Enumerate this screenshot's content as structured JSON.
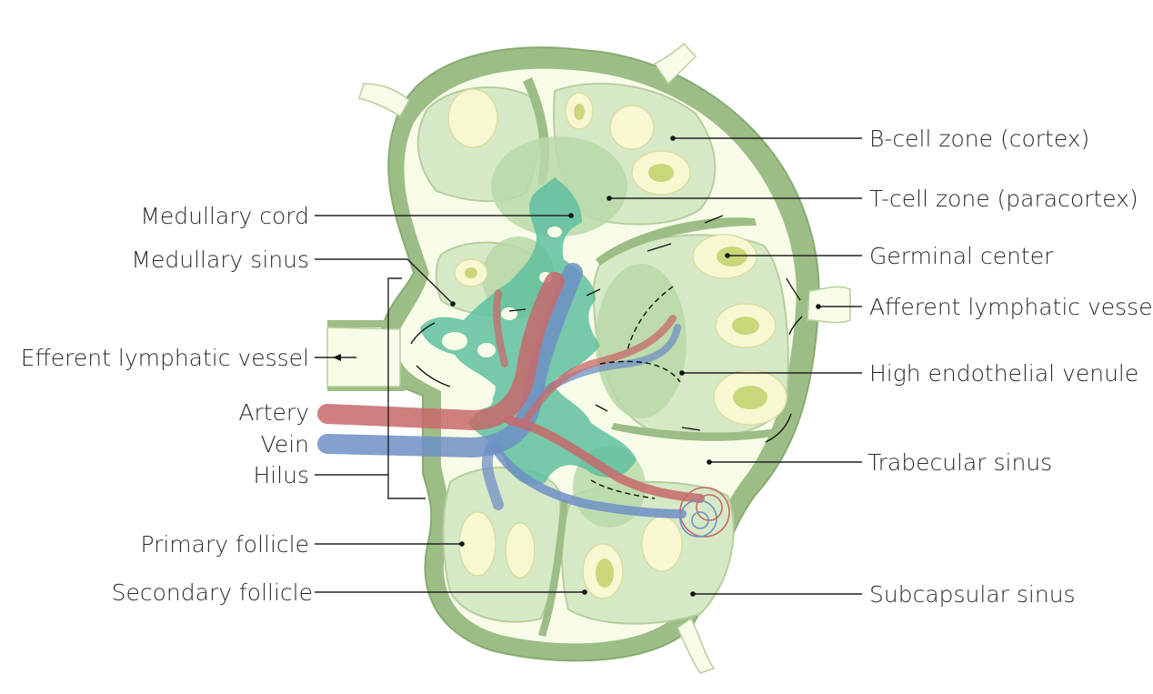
{
  "labels": {
    "b_cell_zone": "B-cell zone (cortex)",
    "t_cell_zone": "T-cell zone (paracortex)",
    "germinal_center": "Germinal center",
    "afferent_lymphatic_vessel": "Afferent lymphatic vessel",
    "high_endothelial_venule": "High endothelial venule",
    "trabecular_sinus": "Trabecular sinus",
    "subcapsular_sinus": "Subcapsular sinus",
    "medullary_cord": "Medullary cord",
    "medullary_sinus": "Medullary sinus",
    "efferent_lymphatic_vessel": "Efferent lymphatic vessel",
    "artery": "Artery",
    "vein": "Vein",
    "hilus": "Hilus",
    "primary_follicle": "Primary follicle",
    "secondary_follicle": "Secondary follicle"
  },
  "colors": {
    "capsule": "#9dbd86",
    "capsule_dark": "#7fa46a",
    "sinus": "#f8fbe8",
    "cortex": "#d6e9c6",
    "paracortex": "#b9d9a8",
    "follicle": "#f7f7d2",
    "germinal": "#c9d77a",
    "medulla": "#5fbf9f",
    "artery": "#c8696a",
    "vein": "#6f8fc6"
  }
}
